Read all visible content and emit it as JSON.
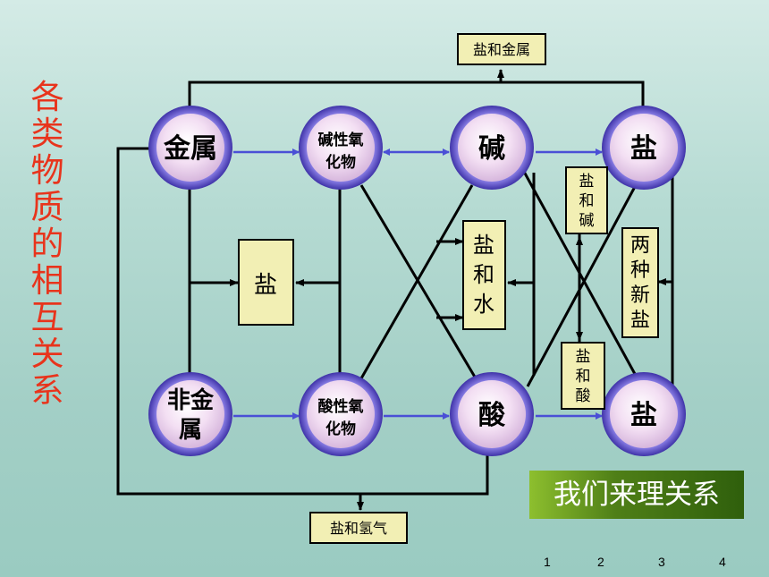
{
  "side_title": [
    "各",
    "类",
    "物",
    "质",
    "的",
    "相",
    "互",
    "关",
    "系"
  ],
  "nodes": {
    "metal": [
      "金属"
    ],
    "basic_oxide": [
      "碱性氧",
      "化物"
    ],
    "base": [
      "碱"
    ],
    "salt_top": [
      "盐"
    ],
    "nonmetal": [
      "非金",
      "属"
    ],
    "acidic_oxide": [
      "酸性氧",
      "化物"
    ],
    "acid": [
      "酸"
    ],
    "salt_bottom": [
      "盐"
    ]
  },
  "boxes": {
    "salt_and_metal": "盐和金属",
    "salt_and_hydrogen": "盐和氢气",
    "salt_center": [
      "盐"
    ],
    "salt_and_water": [
      "盐",
      "和",
      "水"
    ],
    "salt_and_base": [
      "盐",
      "和",
      "碱"
    ],
    "salt_and_acid": [
      "盐",
      "和",
      "酸"
    ],
    "two_new_salts": [
      "两",
      "种",
      "新",
      "盐"
    ]
  },
  "banner": "我们来理关系",
  "page_numbers": [
    "1",
    "2",
    "3",
    "4"
  ],
  "colors": {
    "title": "#e8341c",
    "node_fill": "#f1dcf0",
    "node_ring": "#5a4fc8",
    "box_fill": "#f2efb4",
    "arrow": "#4a4fd6",
    "line": "#000000"
  }
}
